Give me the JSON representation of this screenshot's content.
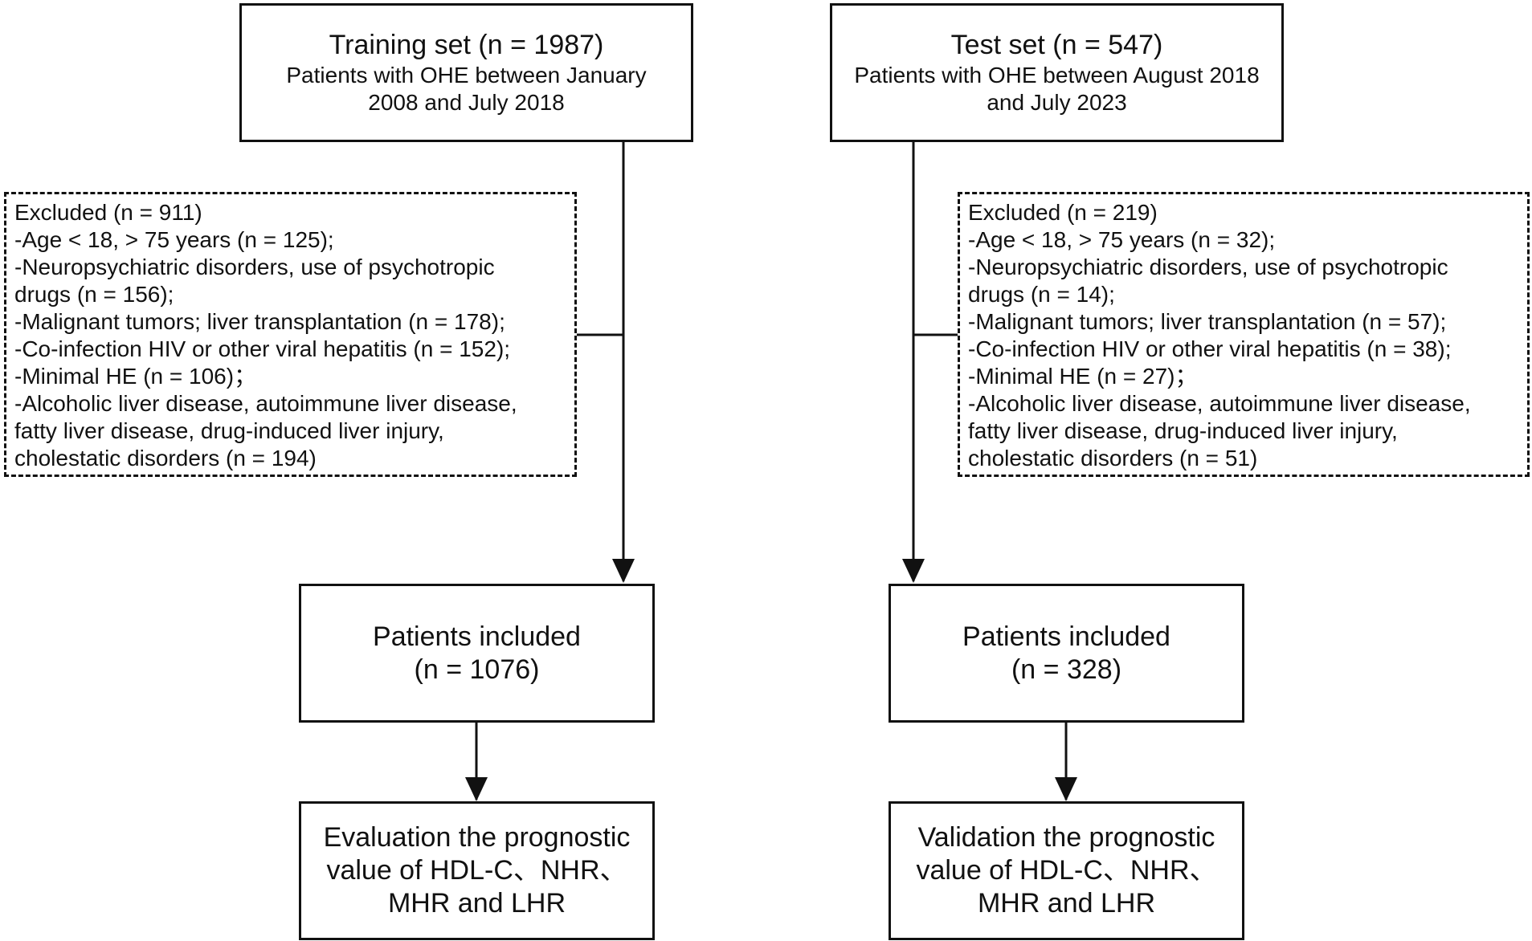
{
  "left": {
    "top_box": {
      "title": "Training set (n = 1987)",
      "line1": "Patients with OHE between January",
      "line2": "2008 and July 2018"
    },
    "excluded": [
      "Excluded (n = 911)",
      "-Age < 18, > 75 years (n = 125);",
      "-Neuropsychiatric disorders, use of psychotropic",
      "drugs (n = 156);",
      "-Malignant tumors; liver transplantation (n = 178);",
      "-Co-infection HIV or other viral hepatitis (n = 152);",
      "-Minimal HE (n = 106)；",
      "-Alcoholic liver disease, autoimmune liver disease,",
      "fatty liver disease, drug-induced liver injury,",
      "cholestatic disorders (n = 194)"
    ],
    "included": {
      "line1": "Patients included",
      "line2": "(n = 1076)"
    },
    "final": {
      "line1": "Evaluation the prognostic",
      "line2": "value of HDL-C、NHR、",
      "line3": "MHR and LHR"
    }
  },
  "right": {
    "top_box": {
      "title": "Test set (n = 547)",
      "line1": "Patients with OHE between August 2018",
      "line2": "and July 2023"
    },
    "excluded": [
      "Excluded (n = 219)",
      "-Age < 18, > 75 years (n = 32);",
      "-Neuropsychiatric disorders, use of psychotropic",
      "drugs (n = 14);",
      "-Malignant tumors; liver transplantation (n = 57);",
      "-Co-infection HIV or other viral hepatitis (n = 38);",
      "-Minimal HE (n = 27)；",
      "-Alcoholic liver disease, autoimmune liver disease,",
      "fatty liver disease, drug-induced liver injury,",
      "cholestatic disorders (n = 51)"
    ],
    "included": {
      "line1": "Patients included",
      "line2": "(n = 328)"
    },
    "final": {
      "line1": "Validation the prognostic",
      "line2": "value of HDL-C、NHR、",
      "line3": "MHR and LHR"
    }
  }
}
